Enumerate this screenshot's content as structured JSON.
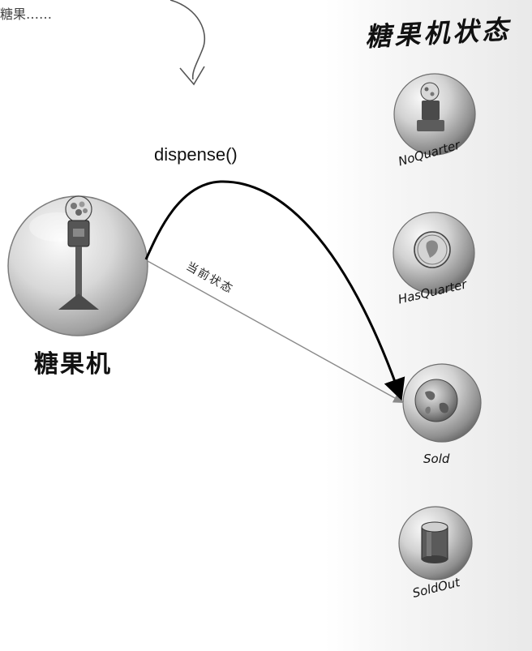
{
  "top_snippet": "糖果……",
  "call": "dispense()",
  "machine": {
    "label": "糖果机"
  },
  "current_state_label": "当前状态",
  "states_panel": {
    "title": "糖果机状态",
    "states": [
      {
        "label": "NoQuarter",
        "icon": "gumball-machine-icon"
      },
      {
        "label": "HasQuarter",
        "icon": "quarter-coin-icon"
      },
      {
        "label": "Sold",
        "icon": "globe-icon"
      },
      {
        "label": "SoldOut",
        "icon": "empty-can-icon"
      }
    ]
  },
  "colors": {
    "arrow": "#000000",
    "pointer": "#8a8a8a",
    "sphere_light": "#f2f2f2",
    "sphere_dark": "#8c8c8c"
  }
}
